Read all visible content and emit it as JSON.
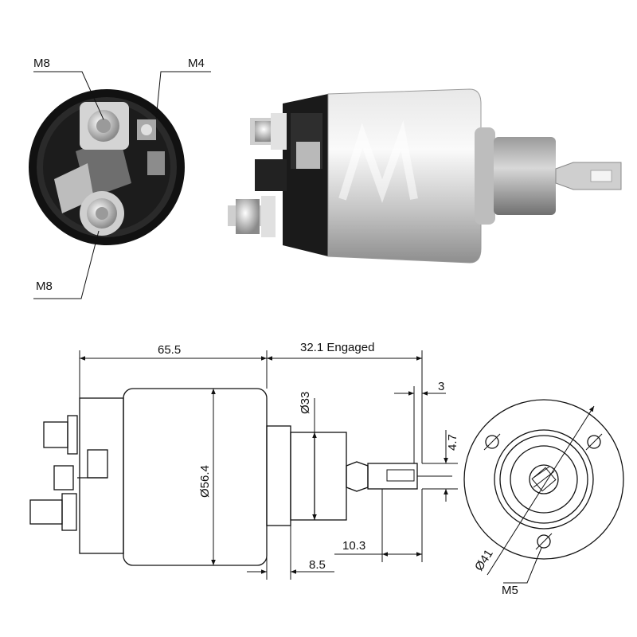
{
  "photo_front": {
    "labels": {
      "terminal_top": "M8",
      "terminal_small": "M4",
      "terminal_bottom": "M8"
    }
  },
  "drawing": {
    "dims": {
      "body_length": "65.5",
      "plunger_travel": "32.1 Engaged",
      "tab_width": "3",
      "tab_height": "4.7",
      "nose_diameter": "Ø33",
      "body_diameter": "Ø56.4",
      "tab_length": "10.3",
      "nose_length": "8.5",
      "bolt_circle": "Ø41",
      "mount_thread": "M5"
    }
  },
  "colors": {
    "ink": "#111111",
    "body_silver": "#c9c9c9",
    "cap_black": "#1a1a1a"
  }
}
